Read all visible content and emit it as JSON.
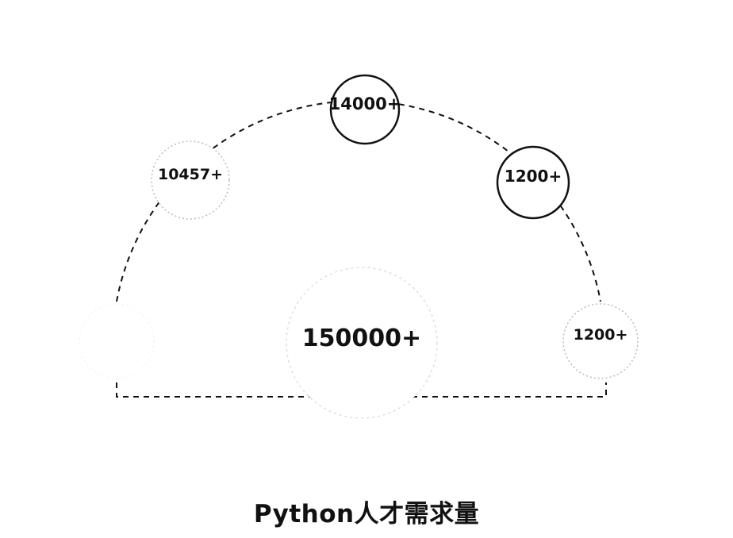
{
  "colors": {
    "stroke": "#111111",
    "text": "#111111",
    "faint": "#cccccc",
    "background": "#ffffff"
  },
  "caption": "Python人才需求量",
  "center": {
    "value": "150000+",
    "label": ""
  },
  "nodes": [
    {
      "id": "left-top",
      "value": "10457+",
      "label": ""
    },
    {
      "id": "top",
      "value": "14000+",
      "label": ""
    },
    {
      "id": "right-top",
      "value": "1200+",
      "label": ""
    },
    {
      "id": "right",
      "value": "1200+",
      "label": ""
    },
    {
      "id": "left",
      "value": "",
      "label": ""
    }
  ]
}
